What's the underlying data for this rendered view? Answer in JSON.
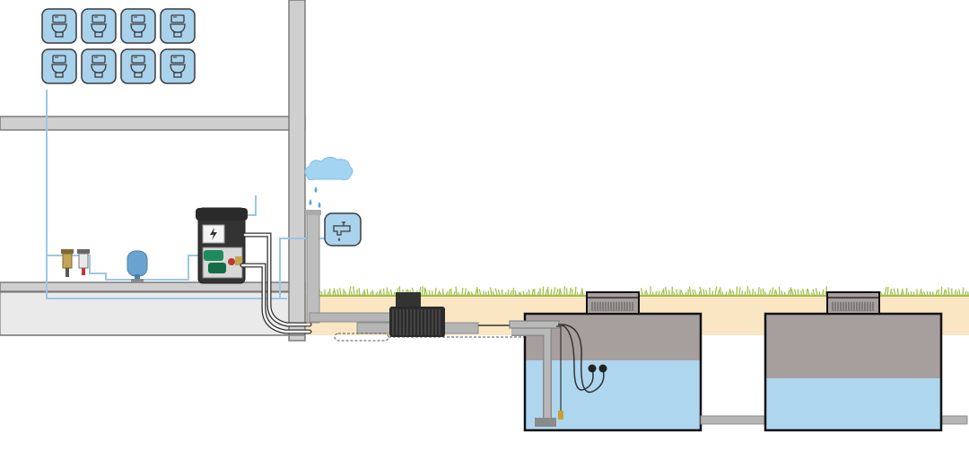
{
  "diagram": {
    "type": "rainwater-harvesting-schematic",
    "components": [
      {
        "id": "building",
        "icon": "building-section-icon"
      },
      {
        "id": "toilets",
        "icon": "toilet-icon",
        "count": 8
      },
      {
        "id": "pump-control-unit",
        "icon": "electric-bolt-icon"
      },
      {
        "id": "pressure-vessel",
        "icon": "expansion-tank-icon"
      },
      {
        "id": "water-filters",
        "icon": "filter-icon",
        "count": 2
      },
      {
        "id": "rain-cloud",
        "icon": "cloud-rain-icon"
      },
      {
        "id": "downpipe",
        "icon": "downpipe-icon"
      },
      {
        "id": "garden-tap",
        "icon": "faucet-icon"
      },
      {
        "id": "inline-filter",
        "icon": "ribbed-filter-icon"
      },
      {
        "id": "storage-tank-1",
        "icon": "tank-icon"
      },
      {
        "id": "storage-tank-2",
        "icon": "tank-icon"
      },
      {
        "id": "float-switches",
        "icon": "float-switch-icon",
        "count": 2
      },
      {
        "id": "level-sensor",
        "icon": "level-probe-icon"
      }
    ],
    "colors": {
      "wall": "#cfcfcf",
      "wall_stroke": "#7c7c7c",
      "water": "#aed6ee",
      "icon_fill": "#a9d2ec",
      "tank_upper": "#a79e9e",
      "soil": "#fbe6c4",
      "grass": "#9ec14a",
      "pipe": "#aaaaaa",
      "unit_body": "#333333",
      "pump_green": "#1e8c5a",
      "cloud": "#a3d4f2"
    }
  }
}
